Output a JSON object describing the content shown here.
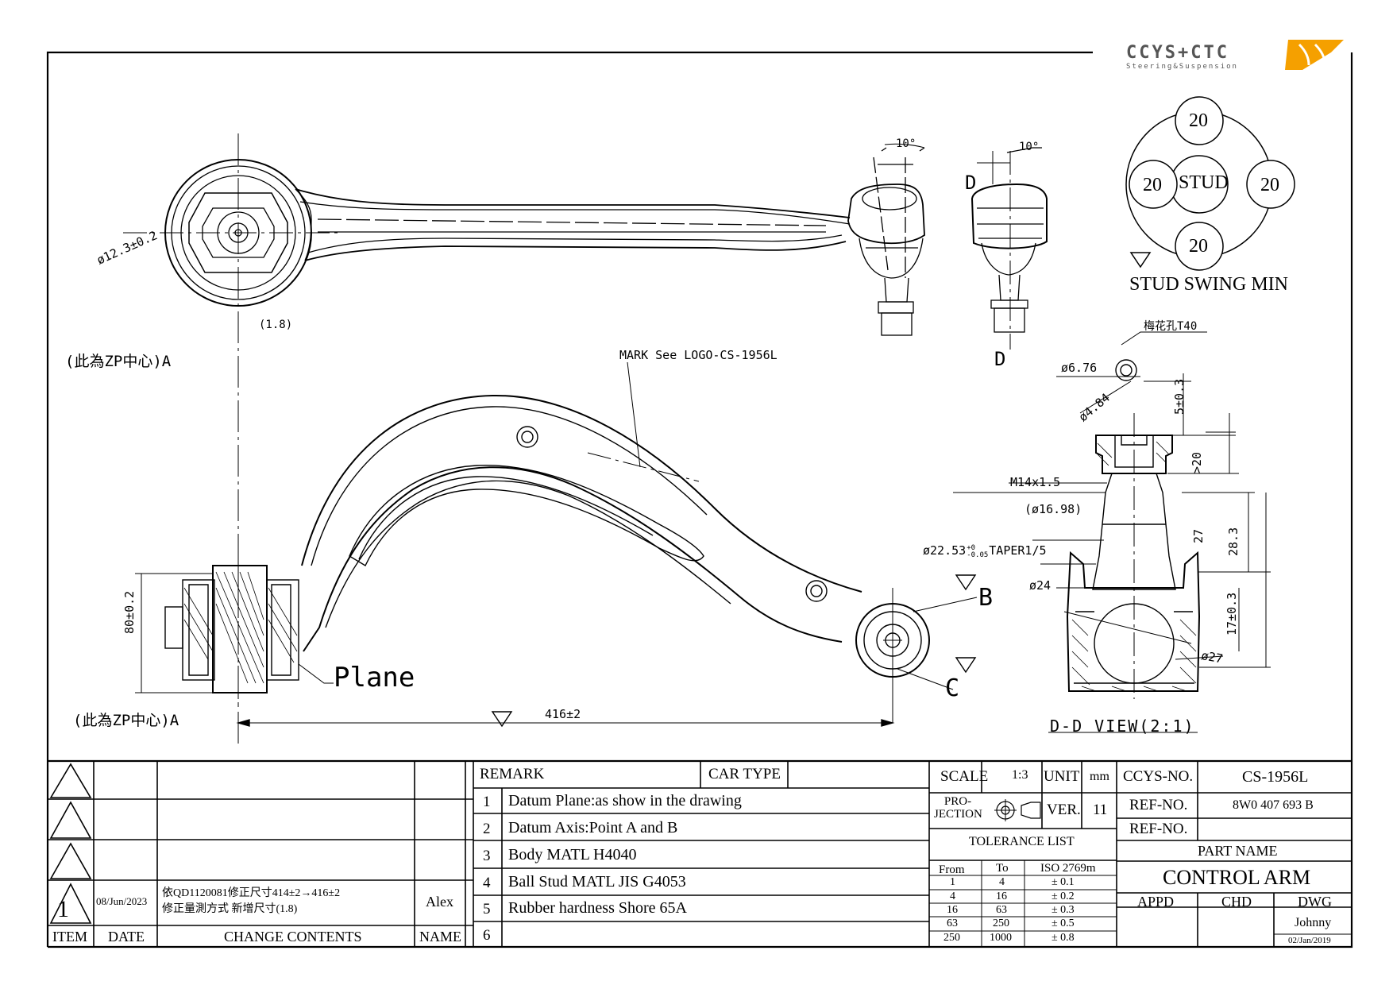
{
  "logo": {
    "text": "CCYS+CTC",
    "tagline": "Steering&Suspension",
    "accent": "#f5a000",
    "ink": "#555555"
  },
  "stud_swing": {
    "center": "STUD",
    "angles": [
      "20",
      "20",
      "20",
      "20"
    ],
    "title": "STUD SWING MIN",
    "deg_symbol": "°"
  },
  "dims": {
    "angle_top": "10°",
    "angle_top2": "10°",
    "dia_bore": "ø12.3±0.2",
    "offset": "(1.8)",
    "zp_center": "(此為ZP中心)A",
    "zp_center2": "(此為ZP中心)A",
    "mark": "MARK See LOGO-CS-1956L",
    "plane": "Plane",
    "length": "416±2",
    "height": "80±0.2",
    "point_b": "B",
    "point_c": "C",
    "section_d": "D",
    "section_d2": "D",
    "torx": "梅花孔T40",
    "d676": "ø6.76",
    "d484": "ø4.84",
    "h5": "5±0.3",
    "h20": ">20",
    "thread": "M14x1.5",
    "d1698": "(ø16.98)",
    "taper": "ø22.53",
    "taper_tol_up": "+0",
    "taper_tol_dn": "-0.05",
    "taper_suffix": "TAPER1/5",
    "d24": "ø24",
    "h27": "27",
    "h283": "28.3",
    "h17": "17±0.3",
    "d27": "ø27",
    "view_title": "D-D VIEW(2:1)"
  },
  "title_block": {
    "change_rows": [
      {
        "item": "",
        "date": "",
        "content": "",
        "name": ""
      },
      {
        "item": "",
        "date": "",
        "content": "",
        "name": ""
      },
      {
        "item": "",
        "date": "",
        "content": "",
        "name": ""
      },
      {
        "item": "1",
        "date": "08/Jun/2023",
        "content_line1": "依QD1120081修正尺寸414±2→416±2",
        "content_line2": "修正量測方式 新增尺寸(1.8)",
        "name": "Alex"
      }
    ],
    "headers": {
      "item": "ITEM",
      "date": "DATE",
      "content": "CHANGE CONTENTS",
      "name": "NAME"
    },
    "remark_label": "REMARK",
    "car_type_label": "CAR TYPE",
    "car_type_value": "",
    "remarks": [
      {
        "no": "1",
        "text": "Datum Plane:as show in the drawing"
      },
      {
        "no": "2",
        "text": "Datum Axis:Point A and B"
      },
      {
        "no": "3",
        "text": "Body MATL H4040"
      },
      {
        "no": "4",
        "text": "Ball Stud MATL JIS G4053"
      },
      {
        "no": "5",
        "text": "Rubber hardness Shore 65A"
      },
      {
        "no": "6",
        "text": ""
      }
    ],
    "scale_label": "SCALE",
    "scale_value": "1:3",
    "unit_label": "UNIT",
    "unit_value": "mm",
    "projection_label": "PRO-JECTION",
    "ver_label": "VER.",
    "ver_value": "11",
    "tolerance_title": "TOLERANCE LIST",
    "tol_headers": [
      "From",
      "To",
      "ISO 2769m"
    ],
    "tolerances": [
      [
        "1",
        "4",
        "± 0.1"
      ],
      [
        "4",
        "16",
        "± 0.2"
      ],
      [
        "16",
        "63",
        "± 0.3"
      ],
      [
        "63",
        "250",
        "± 0.5"
      ],
      [
        "250",
        "1000",
        "± 0.8"
      ]
    ],
    "ccys_no_label": "CCYS-NO.",
    "ccys_no_value": "CS-1956L",
    "ref_no_label": "REF-NO.",
    "ref_no_value": "8W0 407 693 B",
    "ref_no2_label": "REF-NO.",
    "ref_no2_value": "",
    "part_name_label": "PART NAME",
    "part_name_value": "CONTROL ARM",
    "appd_label": "APPD",
    "chd_label": "CHD",
    "dwg_label": "DWG",
    "dwg_name": "Johnny",
    "dwg_date": "02/Jan/2019"
  }
}
